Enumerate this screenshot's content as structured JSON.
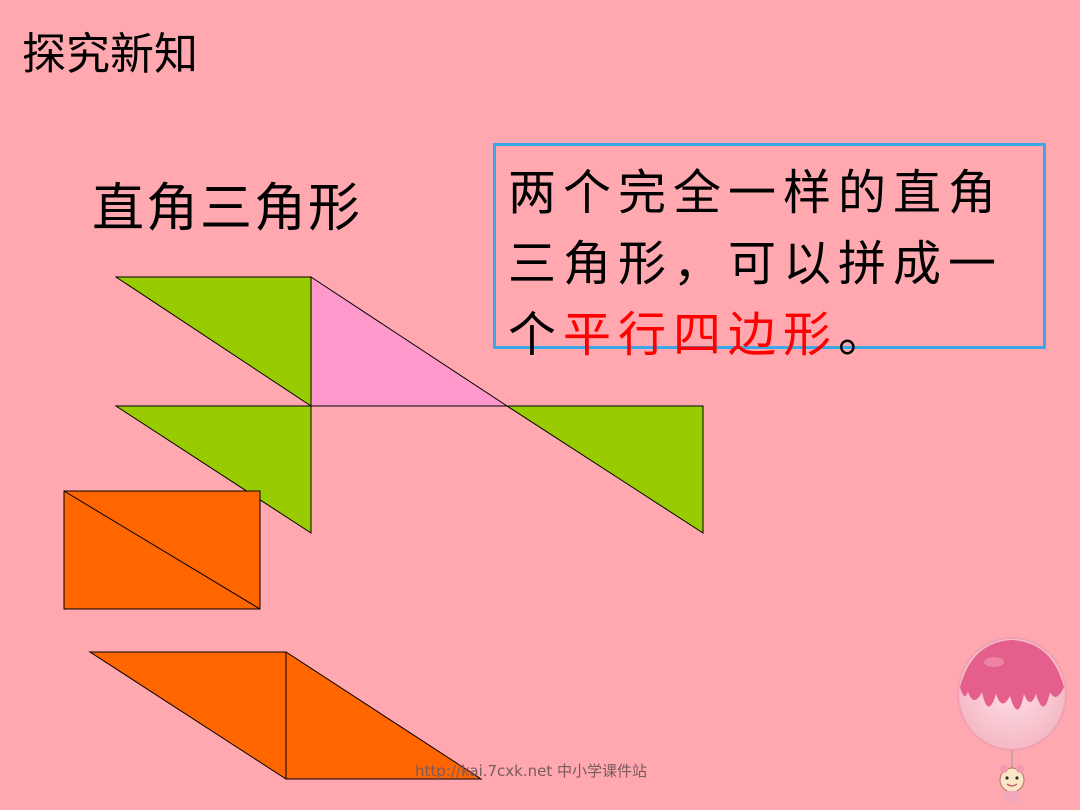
{
  "slide": {
    "title": "探究新知",
    "subtitle": "直角三角形",
    "info_box": {
      "text_before": "两个完全一样的直角三角形，可以拼成一个",
      "highlight": "平行四边形",
      "text_after": "。"
    },
    "watermark": "http://kai.7cxk.net 中小学课件站"
  },
  "colors": {
    "background": "#FFA8AF",
    "green_triangle": "#99CC00",
    "pink_triangle": "#FF99CC",
    "orange_shape": "#FF6600",
    "box_border": "#3AA8E8",
    "highlight_text": "#FF0000"
  }
}
